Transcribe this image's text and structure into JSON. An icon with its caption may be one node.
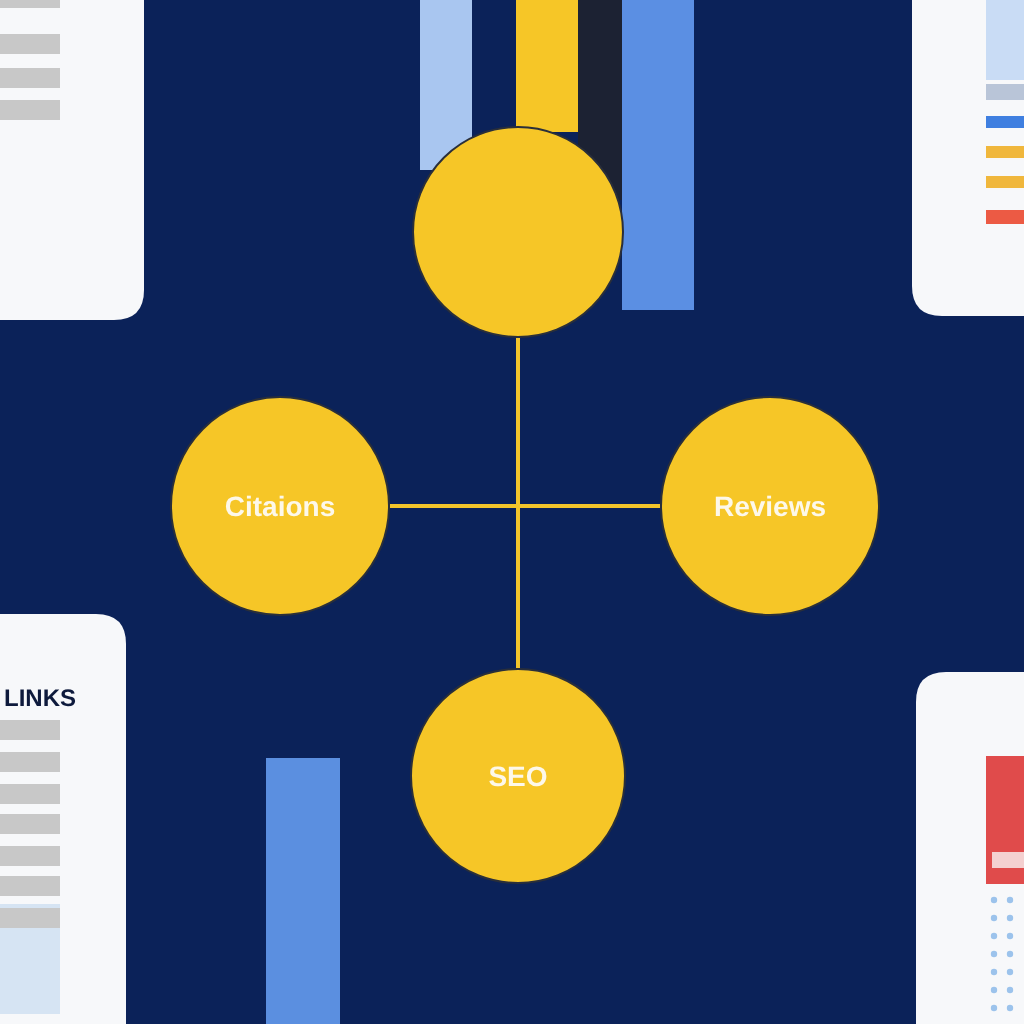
{
  "diagram": {
    "nodes": [
      {
        "text": [],
        "shape": "circle"
      },
      {
        "text": [
          "Citaions"
        ]
      },
      {
        "text": [
          "Reviews"
        ]
      },
      {
        "text": [
          "SEO"
        ]
      }
    ],
    "edges": [
      {
        "from": 0,
        "to": 3,
        "arrow": "none"
      },
      {
        "from": 1,
        "to": 2,
        "arrow": "none"
      }
    ],
    "labels": [
      "LINKS"
    ]
  }
}
